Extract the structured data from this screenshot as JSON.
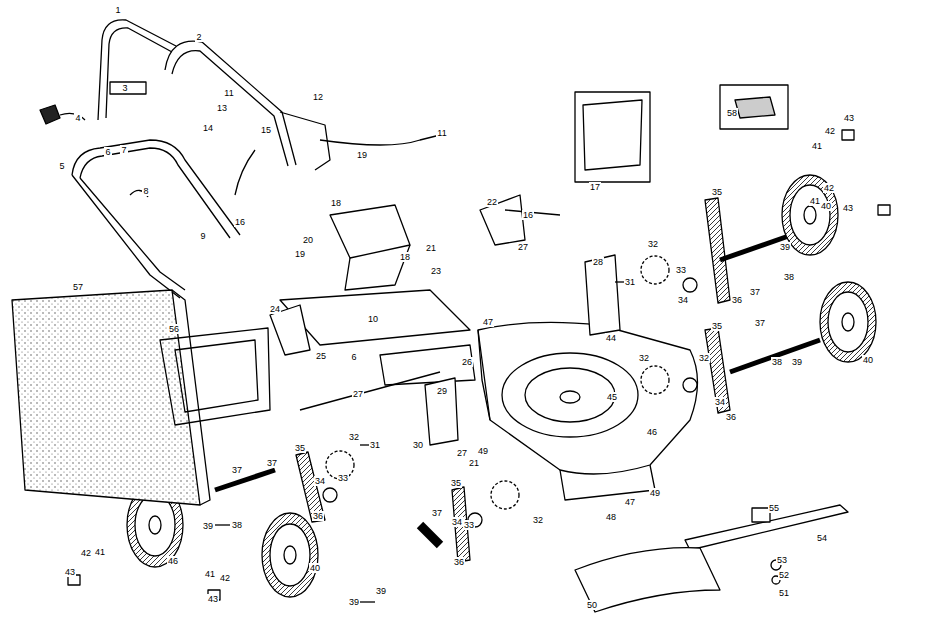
{
  "diagram": {
    "labels": [
      "1",
      "2",
      "3",
      "4",
      "5",
      "6",
      "7",
      "8",
      "9",
      "16",
      "11",
      "12",
      "13",
      "14",
      "15",
      "19",
      "11",
      "18",
      "20",
      "19",
      "21",
      "27",
      "22",
      "16",
      "18",
      "23",
      "24",
      "10",
      "6",
      "25",
      "26",
      "27",
      "17",
      "58",
      "28",
      "31",
      "32",
      "33",
      "35",
      "34",
      "36",
      "37",
      "38",
      "39",
      "40",
      "41",
      "42",
      "43",
      "41",
      "42",
      "43",
      "40",
      "47",
      "44",
      "35",
      "37",
      "32",
      "32",
      "34",
      "36",
      "39",
      "38",
      "45",
      "29",
      "31",
      "30",
      "32",
      "33",
      "34",
      "35",
      "36",
      "37",
      "27",
      "49",
      "21",
      "46",
      "32",
      "33",
      "34",
      "35",
      "37",
      "36",
      "48",
      "47",
      "49",
      "56",
      "57",
      "37",
      "38",
      "39",
      "46",
      "43",
      "42",
      "41",
      "40",
      "41",
      "42",
      "43",
      "39",
      "39",
      "50",
      "55",
      "54",
      "53",
      "52",
      "51"
    ]
  }
}
